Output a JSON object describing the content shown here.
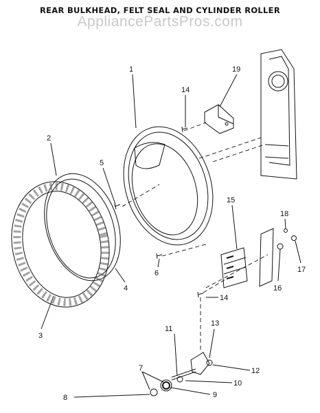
{
  "header": {
    "title": "REAR BULKHEAD, FELT SEAL AND CYLINDER ROLLER",
    "watermark": "AppliancePartsPros.com"
  },
  "callouts": {
    "c1": "1",
    "c2": "2",
    "c3": "3",
    "c4": "4",
    "c5": "5",
    "c6": "6",
    "c7": "7",
    "c8": "8",
    "c9": "9",
    "c10": "10",
    "c11": "11",
    "c12": "12",
    "c13": "13",
    "c14a": "14",
    "c14b": "14",
    "c15": "15",
    "c16": "16",
    "c17": "17",
    "c18": "18",
    "c19": "19"
  }
}
